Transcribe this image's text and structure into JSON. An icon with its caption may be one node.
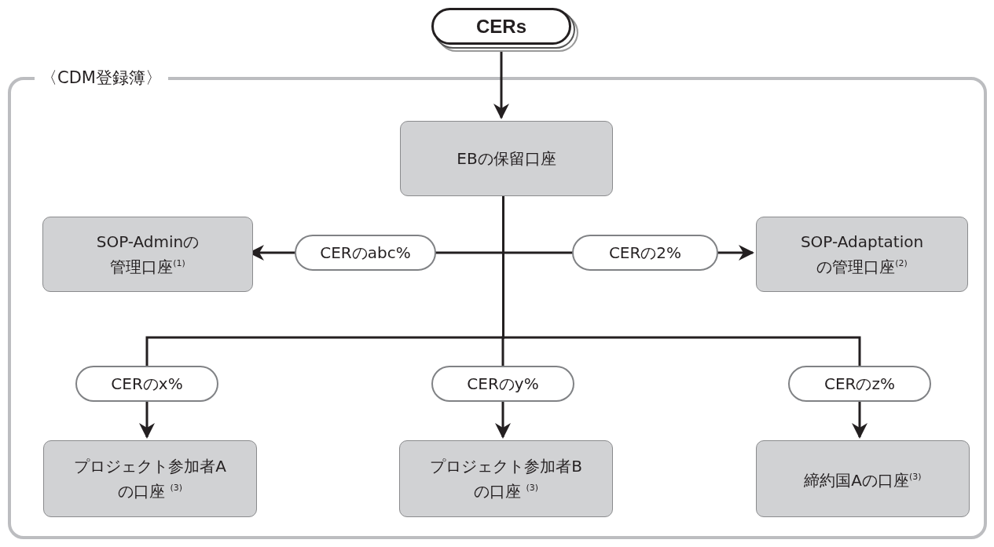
{
  "diagram": {
    "nodes": [
      {
        "text": [
          "〈CDM登録簿〉"
        ]
      },
      {
        "text": [
          "CERs"
        ]
      },
      {
        "text": [
          "EBの保留口座"
        ],
        "in": 0
      },
      {
        "text": [
          "SOP-Adminの管理口座$^{(1)}$"
        ],
        "in": 0
      },
      {
        "text": [
          "SOP-Adaptationの管理口座$^{(2)}$"
        ],
        "in": 0
      },
      {
        "text": [
          "プロジェクト参加者Aの口座 $^{(3)}$"
        ],
        "in": 0
      },
      {
        "text": [
          "プロジェクト参加者Bの口座 $^{(3)}$"
        ],
        "in": 0
      },
      {
        "text": [
          "締約国Aの口座$^{(3)}$"
        ],
        "in": 0
      }
    ],
    "edges": [
      {
        "from": 1,
        "to": 2,
        "arrow": "to"
      },
      {
        "from": 2,
        "to": 3,
        "arrow": "to",
        "label": "CERのabc%"
      },
      {
        "from": 2,
        "to": 4,
        "arrow": "to",
        "label": "CERの2%"
      },
      {
        "from": 2,
        "to": 5,
        "arrow": "to",
        "label": "CERのx%"
      },
      {
        "from": 2,
        "to": 6,
        "arrow": "to",
        "label": "CERのy%"
      },
      {
        "from": 2,
        "to": 7,
        "arrow": "to",
        "label": "CERのz%"
      }
    ]
  }
}
